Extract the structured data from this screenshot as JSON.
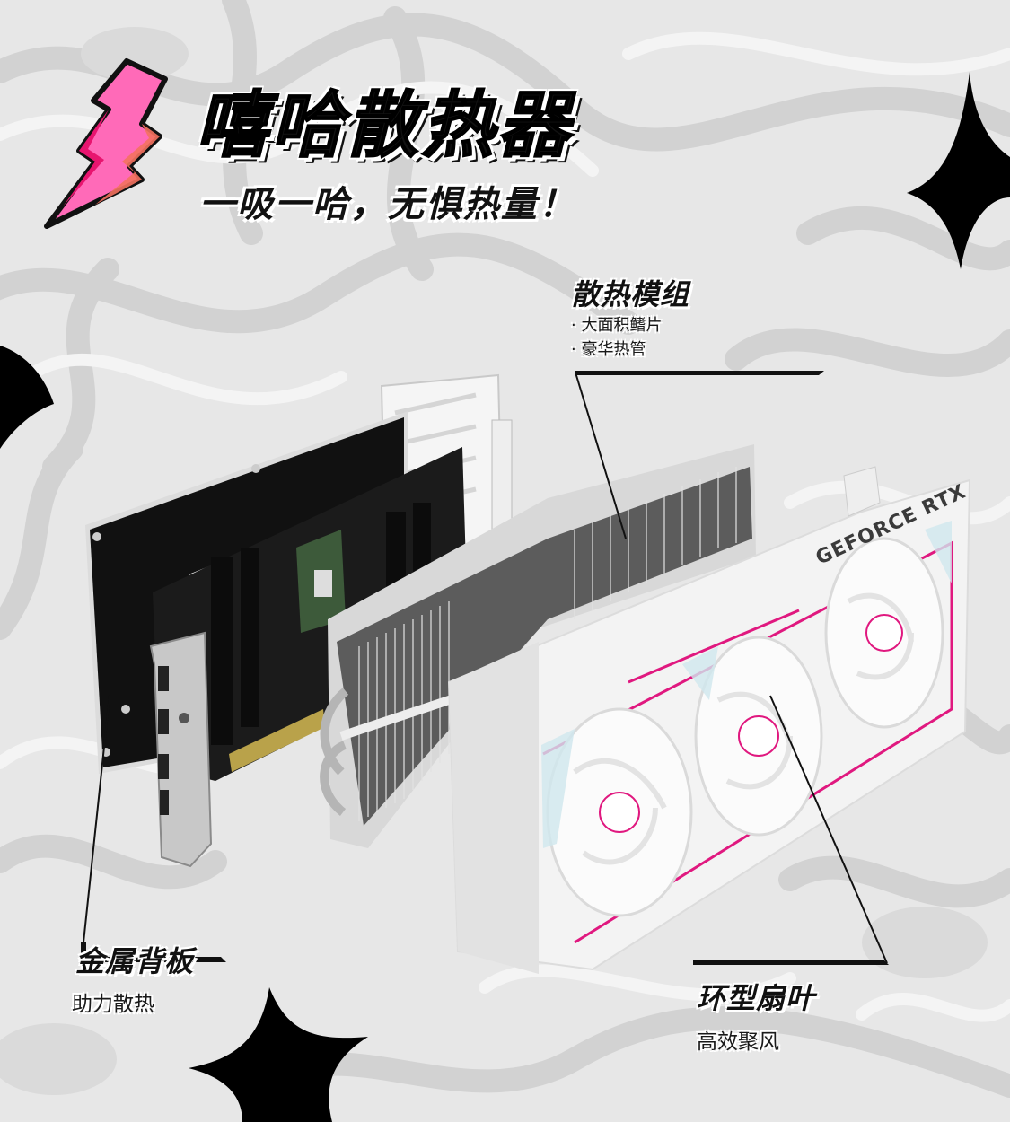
{
  "header": {
    "title": "嘻哈散热器",
    "subtitle": "一吸一哈，无惧热量！",
    "icon": "lightning-bolt-icon"
  },
  "callouts": {
    "heatsink": {
      "title": "散热模组",
      "bullets": [
        "· 大面积鳍片",
        "· 豪华热管"
      ]
    },
    "backplate": {
      "title": "金属背板",
      "desc": "助力散热"
    },
    "fan": {
      "title": "环型扇叶",
      "desc": "高效聚风"
    }
  },
  "product": {
    "brand_label": "GEFORCE RTX",
    "components": [
      "backplate",
      "pcb",
      "io-bracket",
      "support-bracket",
      "heatsink",
      "fan-shroud"
    ]
  },
  "colors": {
    "accent_pink": "#ff4fb0",
    "bolt_pink": "#ff6ab8",
    "shroud_pink": "#e0187f",
    "background": "#e9e9e9",
    "ink": "#111111"
  }
}
